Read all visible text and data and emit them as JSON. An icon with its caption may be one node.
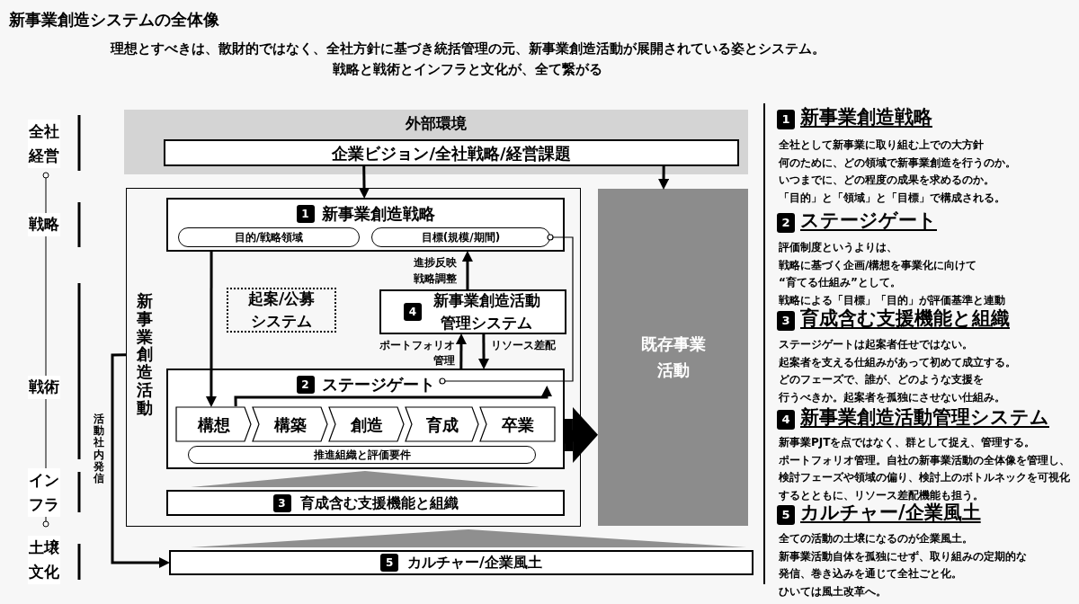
{
  "diagram": {
    "title": "新事業創造システムの全体像",
    "nodes": [
      {
        "text": [
          "外部環境"
        ]
      },
      {
        "text": [
          "企業ビジョン/全社戦略/経営課題"
        ],
        "in": 0
      },
      {
        "text": [
          "新事業創造活動"
        ]
      },
      {
        "text": [
          "1",
          "新事業創造戦略"
        ],
        "in": 2
      },
      {
        "text": [
          "目的/戦略領域"
        ],
        "in": 3
      },
      {
        "text": [
          "目標(規模/期間)"
        ],
        "in": 3
      },
      {
        "text": [
          "起案/公募システム"
        ],
        "in": 2
      },
      {
        "text": [
          "4",
          "新事業創造活動管理システム"
        ],
        "in": 2
      },
      {
        "text": [
          "2",
          "ステージゲート"
        ],
        "in": 2
      },
      {
        "text": [
          "構想"
        ],
        "in": 8
      },
      {
        "text": [
          "構築"
        ],
        "in": 8
      },
      {
        "text": [
          "創造"
        ],
        "in": 8
      },
      {
        "text": [
          "育成"
        ],
        "in": 8
      },
      {
        "text": [
          "卒業"
        ],
        "in": 8
      },
      {
        "text": [
          "推進組織と評価要件"
        ],
        "in": 8
      },
      {
        "text": [
          "3",
          "育成含む支援機能と組織"
        ],
        "in": 2
      },
      {
        "text": [
          "既存事業活動"
        ]
      },
      {
        "text": [
          "5",
          "カルチャー/企業風土"
        ]
      },
      {
        "text": [],
        "shape": "triangle",
        "in": 2
      },
      {
        "text": [],
        "shape": "triangle"
      }
    ],
    "edges": [
      {
        "from": 1,
        "to": 3,
        "arrow": "to"
      },
      {
        "from": 1,
        "to": 16,
        "arrow": "to"
      },
      {
        "from": 3,
        "to": 9,
        "arrow": "to"
      },
      {
        "from": 7,
        "to": 3,
        "arrow": "to",
        "label": "進捗反映戦略調整"
      },
      {
        "from": 8,
        "to": 7,
        "arrow": "to",
        "label": "ポートフォリオ管理"
      },
      {
        "from": 7,
        "to": 8,
        "arrow": "to",
        "label": "リソース差配"
      },
      {
        "from": 5,
        "to": 8,
        "arrow": "other"
      },
      {
        "from": 9,
        "to": 13,
        "arrow": "to"
      },
      {
        "from": 8,
        "to": 16,
        "arrow": "to",
        "style": "thick"
      },
      {
        "from": 2,
        "to": 17,
        "arrow": "to",
        "label": "活動社内発信"
      }
    ],
    "labels": [
      "理想とすべきは、散財的ではなく、全社方針に基づき統括管理の元、新事業創造活動が展開されている姿とシステム。",
      "戦略と戦術とインフラと文化が、全て繋がる",
      "全社経営",
      "戦略",
      "戦術",
      "インフラ",
      "土壌文化",
      "1",
      "新事業創造戦略",
      "全社として新事業に取り組む上での大方針",
      "何のために、どの領域で新事業創造を行うのか。",
      "いつまでに、どの程度の成果を求めるのか。",
      "「目的」と「領域」と「目標」で構成される。",
      "2",
      "ステージゲート",
      "評価制度というよりは、",
      "戦略に基づく企画/構想を事業化に向けて",
      "“育てる仕組み”として。",
      "戦略による「目標」「目的」が評価基準と連動",
      "3",
      "育成含む支援機能と組織",
      "ステージゲートは起案者任せではない。",
      "起案者を支える仕組みがあって初めて成立する。",
      "どのフェーズで、誰が、どのような支援を",
      "行うべきか。起案者を孤独にさせない仕組み。",
      "4",
      "新事業創造活動管理システム",
      "新事業PJTを点ではなく、群として捉え、管理する。",
      "ポートフォリオ管理。自社の新事業活動の全体像を管理し、",
      "検討フェーズや領域の偏り、検討上のボトルネックを可視化",
      "するとともに、リソース差配機能も担う。",
      "5",
      "カルチャー/企業風土",
      "全ての活動の土壌になるのが企業風土。",
      "新事業活動自体を孤独にせず、取り組みの定期的な",
      "発信、巻き込みを通じて全社ごと化。",
      "ひいては風土改革へ。"
    ]
  }
}
